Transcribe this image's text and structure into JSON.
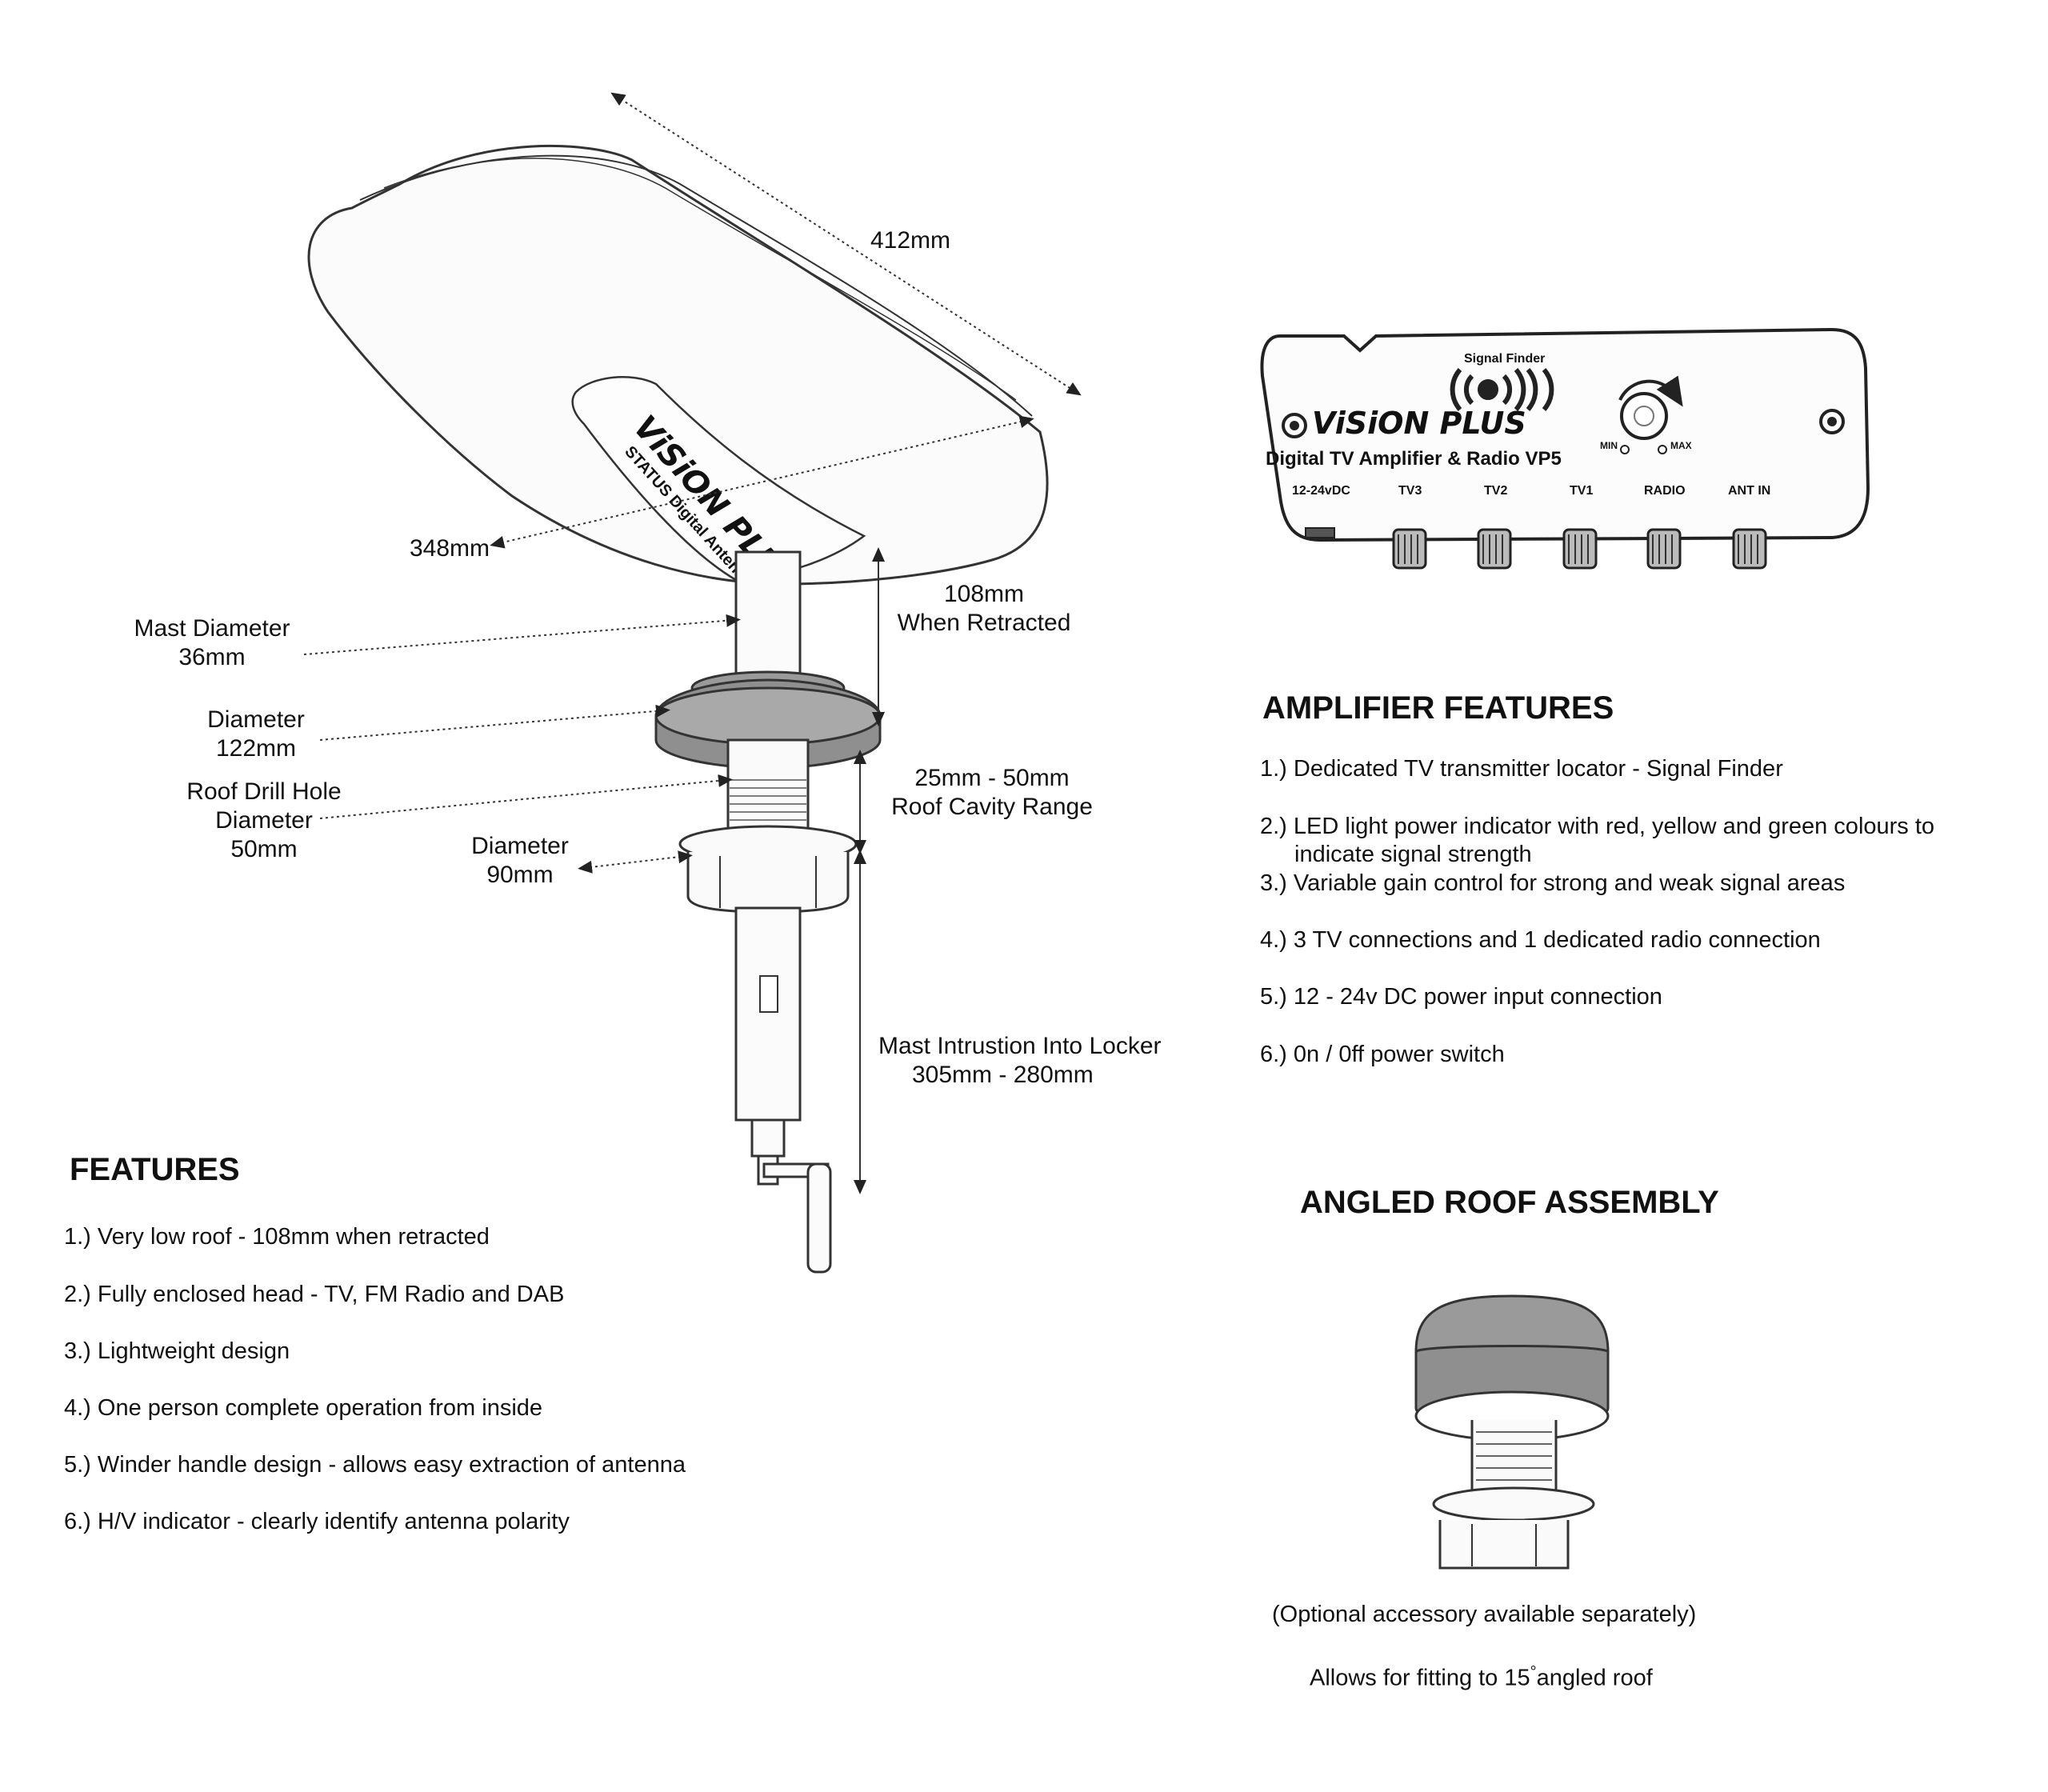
{
  "antenna": {
    "brand": "ViSiON PLUS",
    "model": "STATUS Digital Antenna",
    "dimensions": {
      "length": "412mm",
      "width": "348mm",
      "height_line1": "108mm",
      "height_line2": "When Retracted",
      "mast_line1": "Mast Diameter",
      "mast_line2": "36mm",
      "base_line1": "Diameter",
      "base_line2": "122mm",
      "cavity_line1": "25mm - 50mm",
      "cavity_line2": "Roof Cavity Range",
      "drill_line1": "Roof Drill Hole",
      "drill_line2": "Diameter",
      "drill_line3": "50mm",
      "nut_line1": "Diameter",
      "nut_line2": "90mm",
      "intrusion_line1": "Mast Intrustion Into Locker",
      "intrusion_line2": "305mm - 280mm"
    }
  },
  "amplifier": {
    "signal_finder": "Signal Finder",
    "brand": "ViSiON PLUS",
    "subtitle": "Digital TV Amplifier & Radio VP5",
    "min": "MIN",
    "max": "MAX",
    "ports": [
      "12-24vDC",
      "TV3",
      "TV2",
      "TV1",
      "RADIO",
      "ANT IN"
    ]
  },
  "features": {
    "title": "FEATURES",
    "items": [
      "1.) Very low roof - 108mm when retracted",
      "2.) Fully enclosed head - TV, FM Radio  and DAB",
      "3.) Lightweight design",
      "4.) One person complete operation from inside",
      "5.) Winder handle design - allows easy extraction of antenna",
      "6.) H/V indicator - clearly identify antenna polarity"
    ]
  },
  "amplifier_features": {
    "title": "AMPLIFIER FEATURES",
    "items": [
      "1.) Dedicated TV transmitter locator - Signal Finder",
      "2.) LED light power indicator with red, yellow and green colours to",
      "indicate signal strength",
      "3.) Variable gain control for strong and weak signal areas",
      "4.) 3 TV connections and 1 dedicated radio connection",
      "5.) 12 - 24v DC power input connection",
      "6.) 0n / 0ff power switch"
    ]
  },
  "angled_roof": {
    "title": "ANGLED ROOF ASSEMBLY",
    "note1": "(Optional accessory available separately)",
    "note2_prefix": "Allows for fitting to 15",
    "note2_degree": "°",
    "note2_suffix": "angled roof"
  }
}
